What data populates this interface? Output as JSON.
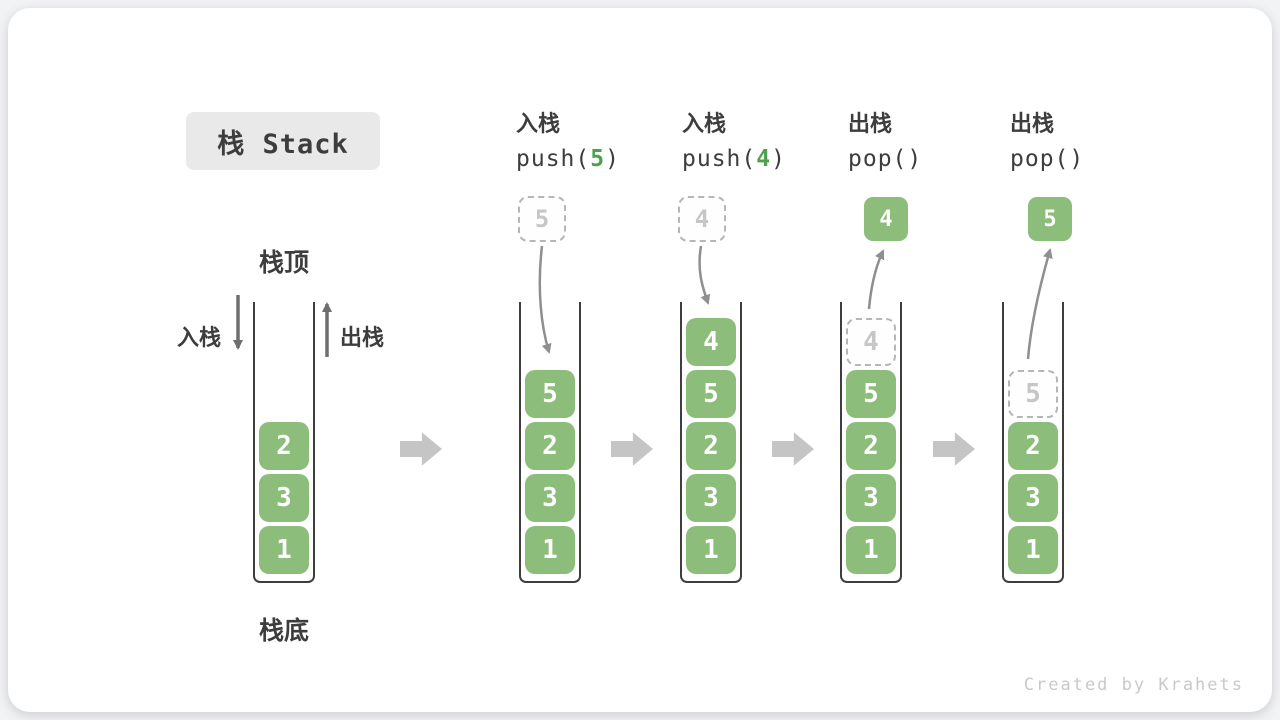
{
  "title": "栈 Stack",
  "labels": {
    "stack_top": "栈顶",
    "stack_bottom": "栈底",
    "push_cn": "入栈",
    "pop_cn": "出栈"
  },
  "steps": [
    {
      "op": "入栈",
      "code_prefix": "push(",
      "code_value": "5",
      "code_suffix": ")",
      "box_value": "5",
      "box_style": "ghost"
    },
    {
      "op": "入栈",
      "code_prefix": "push(",
      "code_value": "4",
      "code_suffix": ")",
      "box_value": "4",
      "box_style": "ghost"
    },
    {
      "op": "出栈",
      "code_prefix": "pop(",
      "code_value": "",
      "code_suffix": ")",
      "box_value": "4",
      "box_style": "solid"
    },
    {
      "op": "出栈",
      "code_prefix": "pop(",
      "code_value": "",
      "code_suffix": ")",
      "box_value": "5",
      "box_style": "solid"
    }
  ],
  "stacks": [
    {
      "blocks": [
        {
          "value": "2"
        },
        {
          "value": "3"
        },
        {
          "value": "1"
        }
      ]
    },
    {
      "blocks": [
        {
          "value": "5"
        },
        {
          "value": "2"
        },
        {
          "value": "3"
        },
        {
          "value": "1"
        }
      ]
    },
    {
      "blocks": [
        {
          "value": "4"
        },
        {
          "value": "5"
        },
        {
          "value": "2"
        },
        {
          "value": "3"
        },
        {
          "value": "1"
        }
      ]
    },
    {
      "blocks": [
        {
          "value": "4",
          "ghost": true
        },
        {
          "value": "5"
        },
        {
          "value": "2"
        },
        {
          "value": "3"
        },
        {
          "value": "1"
        }
      ]
    },
    {
      "blocks": [
        {
          "value": "5",
          "ghost": true
        },
        {
          "value": "2"
        },
        {
          "value": "3"
        },
        {
          "value": "1"
        }
      ]
    }
  ],
  "watermark": "Created by Krahets",
  "colors": {
    "block_green": "#8CBD7A",
    "code_green": "#4CA050",
    "arrow_gray": "#8f8f8f",
    "step_arrow_gray": "#c5c5c5"
  }
}
